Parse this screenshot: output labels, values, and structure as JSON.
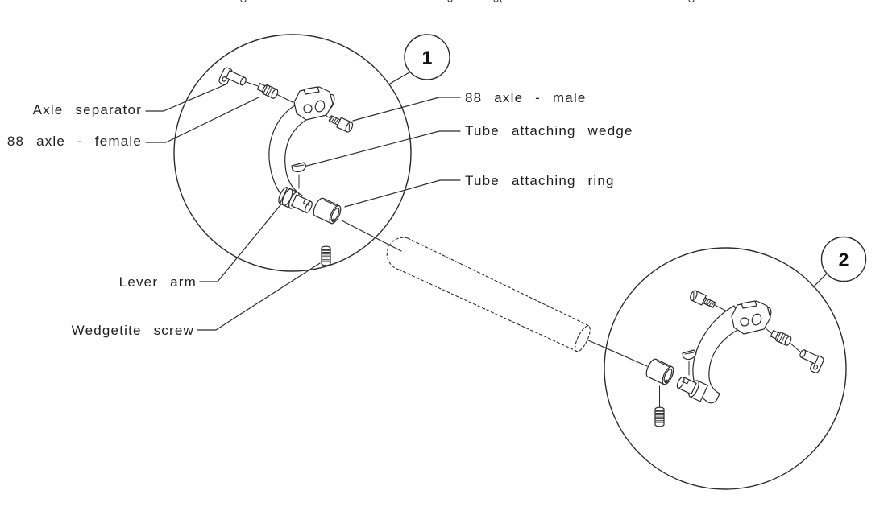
{
  "diagram": {
    "type": "exploded-assembly-technical-illustration",
    "background_color": "#ffffff",
    "line_color": "#2b2b2b",
    "text_color": "#1f1f1f",
    "detail_views": [
      {
        "badge": "1"
      },
      {
        "badge": "2"
      }
    ],
    "callouts": [
      "Axle separator",
      "88 axle - female",
      "88 axle - male",
      "Tube attaching wedge",
      "Tube attaching ring",
      "Lever arm",
      "Wedgetite screw"
    ]
  }
}
